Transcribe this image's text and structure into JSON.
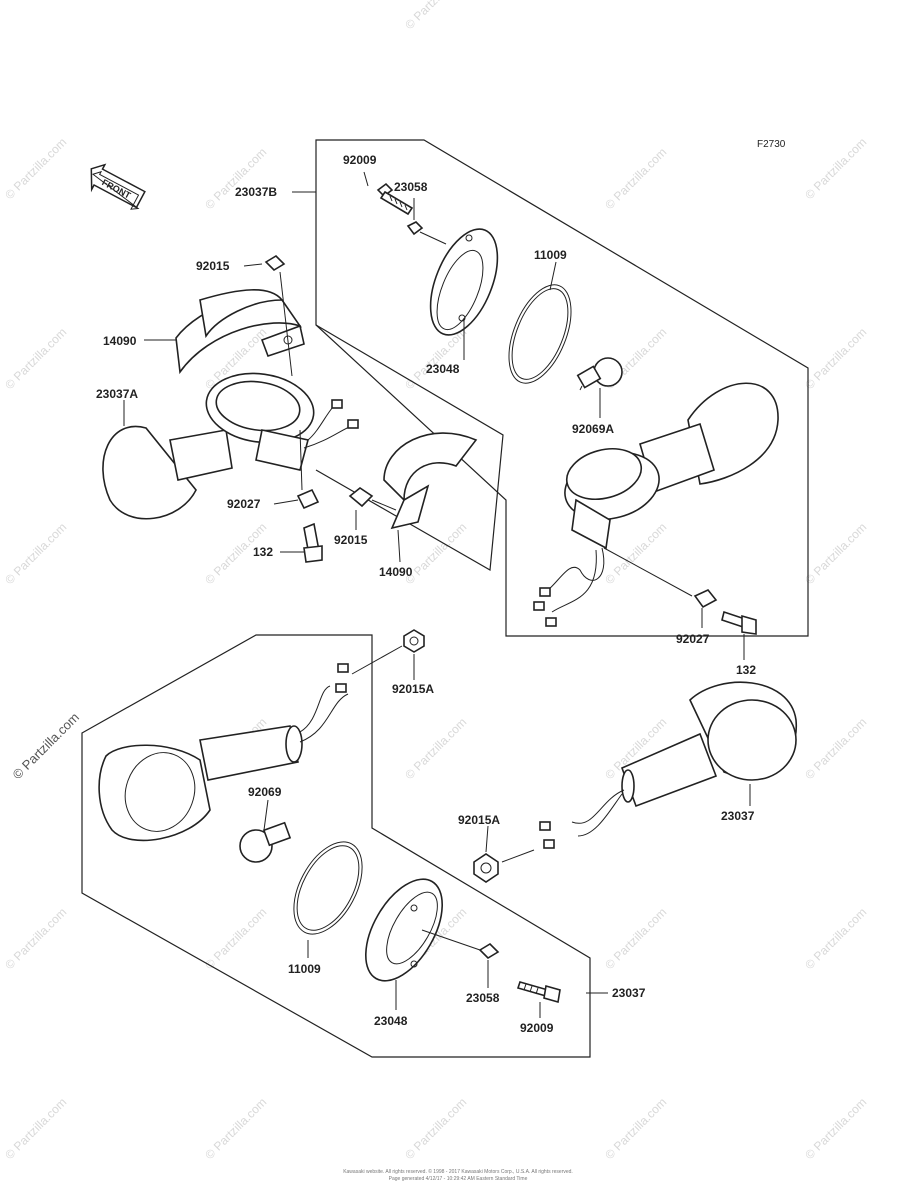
{
  "figure_code": "F2730",
  "front_label": "FRONT",
  "watermark": "© Partzilla.com",
  "footer": {
    "line1": "Kawasaki website. All rights reserved. © 1998 - 2017 Kawasaki Motors Corp., U.S.A. All rights reserved.",
    "line2": "Page generated 4/12/17 - 10:29:42 AM Eastern Standard Time"
  },
  "labels": {
    "l_23037B": "23037B",
    "l_92009_top": "92009",
    "l_23058_top": "23058",
    "l_11009_top": "11009",
    "l_92015_top": "92015",
    "l_14090_left": "14090",
    "l_23037A": "23037A",
    "l_23048_top": "23048",
    "l_92069A": "92069A",
    "l_92027_left": "92027",
    "l_132_left": "132",
    "l_92015_mid": "92015",
    "l_14090_mid": "14090",
    "l_92027_right": "92027",
    "l_132_right": "132",
    "l_92015A_top": "92015A",
    "l_92069": "92069",
    "l_92015A_mid": "92015A",
    "l_23037": "23037",
    "l_11009_bottom": "11009",
    "l_23058_bottom": "23058",
    "l_23037_frame": "23037",
    "l_23048_bottom": "23048",
    "l_92009_bottom": "92009"
  }
}
